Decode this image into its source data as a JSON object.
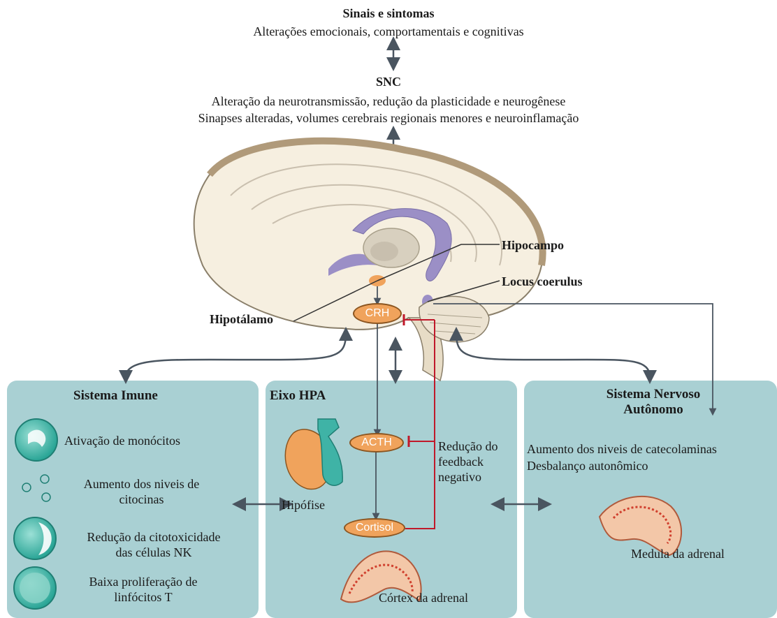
{
  "header": {
    "title": "Sinais e sintomas",
    "subtitle": "Alterações emocionais, comportamentais e cognitivas"
  },
  "cns": {
    "title": "SNC",
    "line1": "Alteração da neurotransmissão, redução da plasticidade e neurogênese",
    "line2": "Sinapses alteradas, volumes cerebrais regionais menores e neuroinflamação"
  },
  "brain_labels": {
    "hippocampus": "Hipocampo",
    "locus": "Locus coerulus",
    "hypothalamus": "Hipotálamo",
    "crh": "CRH"
  },
  "immune": {
    "title": "Sistema Imune",
    "items": [
      "Ativação de monócitos",
      "Aumento dos niveis de citocinas",
      "Redução da citotoxicidade das células NK",
      "Baixa proliferação de linfócitos T"
    ],
    "item2_l1": "Aumento dos niveis de",
    "item2_l2": "citocinas",
    "item3_l1": "Redução da citotoxicidade",
    "item3_l2": "das células NK",
    "item4_l1": "Baixa proliferação de",
    "item4_l2": "linfócitos T"
  },
  "hpa": {
    "title": "Eixo HPA",
    "pituitary": "Hipófise",
    "acth": "ACTH",
    "cortisol": "Cortisol",
    "feedback_l1": "Redução do",
    "feedback_l2": "feedback",
    "feedback_l3": "negativo",
    "adrenal_cortex": "Córtex da adrenal"
  },
  "ans": {
    "title_l1": "Sistema Nervoso",
    "title_l2": "Autônomo",
    "line1": "Aumento dos niveis de catecolaminas",
    "line2": "Desbalanço autonômico",
    "adrenal_medulla": "Medula da adrenal"
  },
  "colors": {
    "panel": "#a9d0d3",
    "oval": "#f0a35c",
    "inhibit": "#c0182a",
    "cell": "#3fb3a6",
    "arrow": "#4a5560"
  }
}
